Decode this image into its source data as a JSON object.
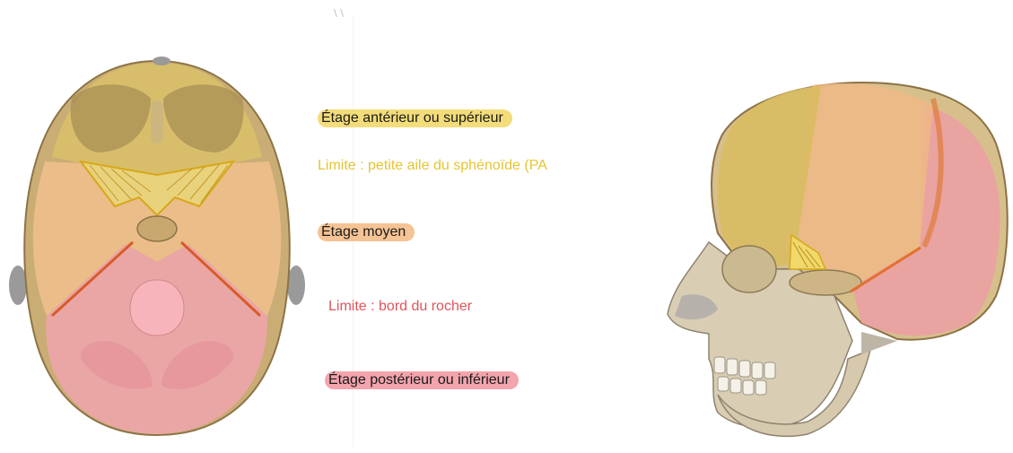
{
  "labels": {
    "anterior_stage": "Étage antérieur ou supérieur",
    "anterior_limit": "Limite : petite aile du sphénoïde (PA",
    "middle_stage": "Étage moyen",
    "middle_limit": "Limite : bord du rocher",
    "posterior_stage": "Étage postérieur ou inférieur"
  },
  "colors": {
    "background": "#ffffff",
    "anterior_highlight": "#f3dc7a",
    "anterior_limit_text": "#e6c432",
    "middle_highlight": "#f6c394",
    "middle_limit_text": "#e2525a",
    "posterior_highlight": "#f4a4ad",
    "bone": "#dcc48f",
    "bone_shadow": "#a98e5c"
  },
  "images": {
    "left": "skull-base-top-view",
    "right": "skull-lateral-view"
  }
}
